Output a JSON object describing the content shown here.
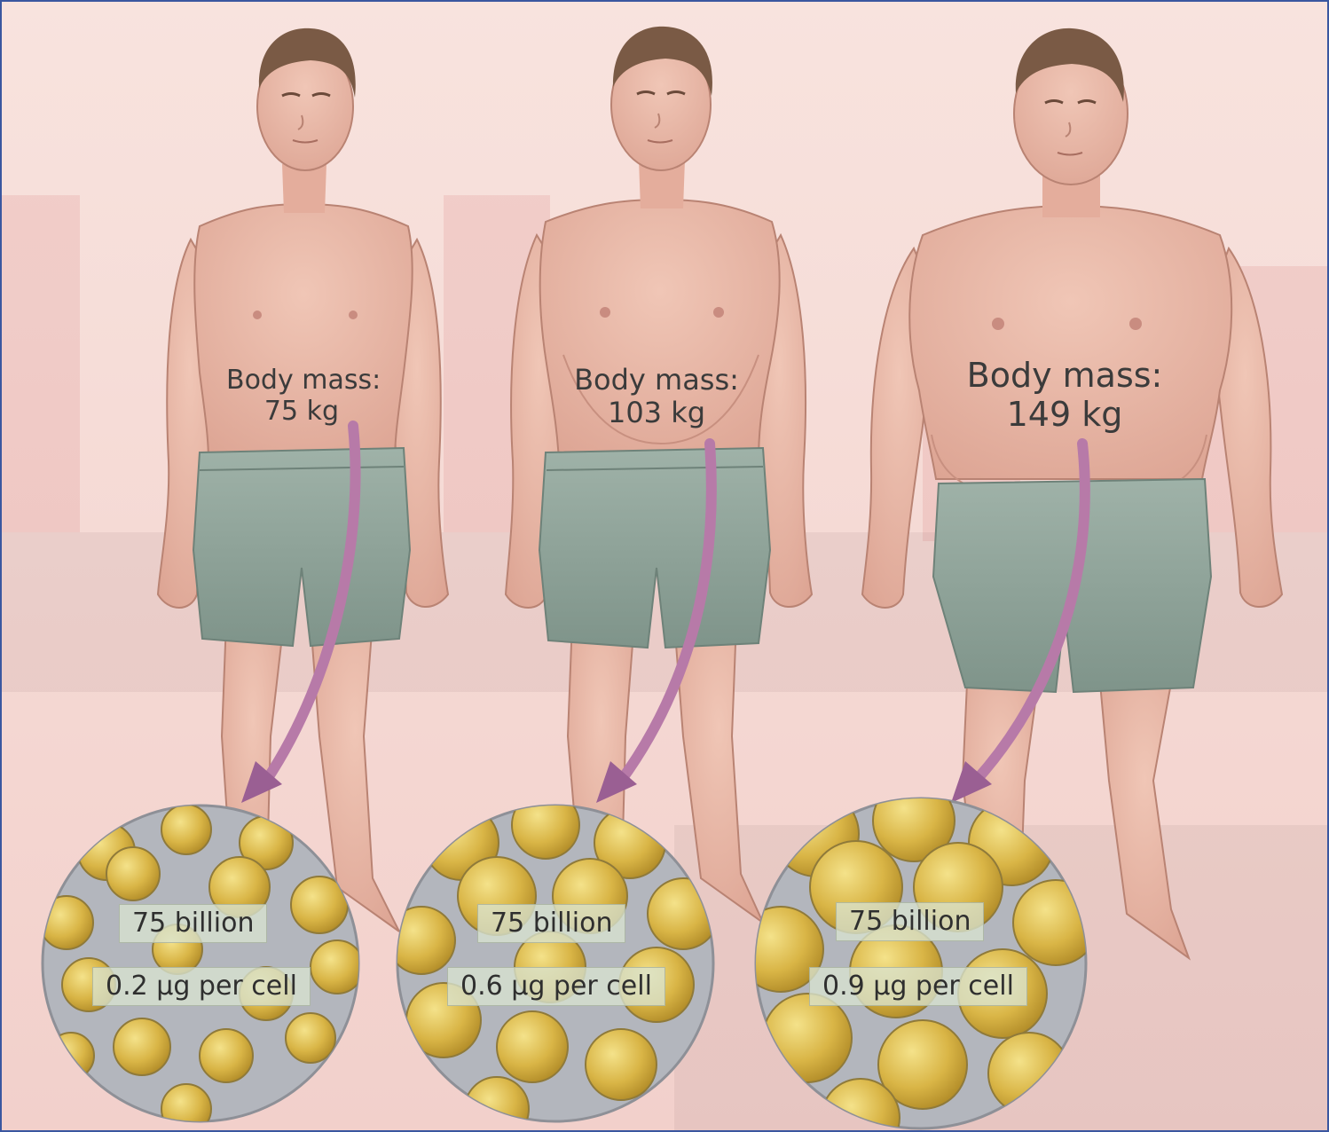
{
  "figures": [
    {
      "body_mass_label": "Body mass:",
      "body_mass_value": "75 kg",
      "cell_count": "75 billion",
      "cell_size": "0.2 µg per cell",
      "build": "lean"
    },
    {
      "body_mass_label": "Body mass:",
      "body_mass_value": "103 kg",
      "cell_count": "75 billion",
      "cell_size": "0.6 µg per cell",
      "build": "overweight"
    },
    {
      "body_mass_label": "Body mass:",
      "body_mass_value": "149 kg",
      "cell_count": "75 billion",
      "cell_size": "0.9 µg per cell",
      "build": "obese"
    }
  ],
  "colors": {
    "background": "#f6dcd8",
    "skin": "#e9b7a6",
    "skin_shade": "#d89c8c",
    "hair": "#7a5a45",
    "shorts": "#8fa39a",
    "arrow": "#b77aa8",
    "fat_cell": "#d8b74a",
    "cell_membrane": "#9aa0a8",
    "frame": "#3a57a0"
  }
}
